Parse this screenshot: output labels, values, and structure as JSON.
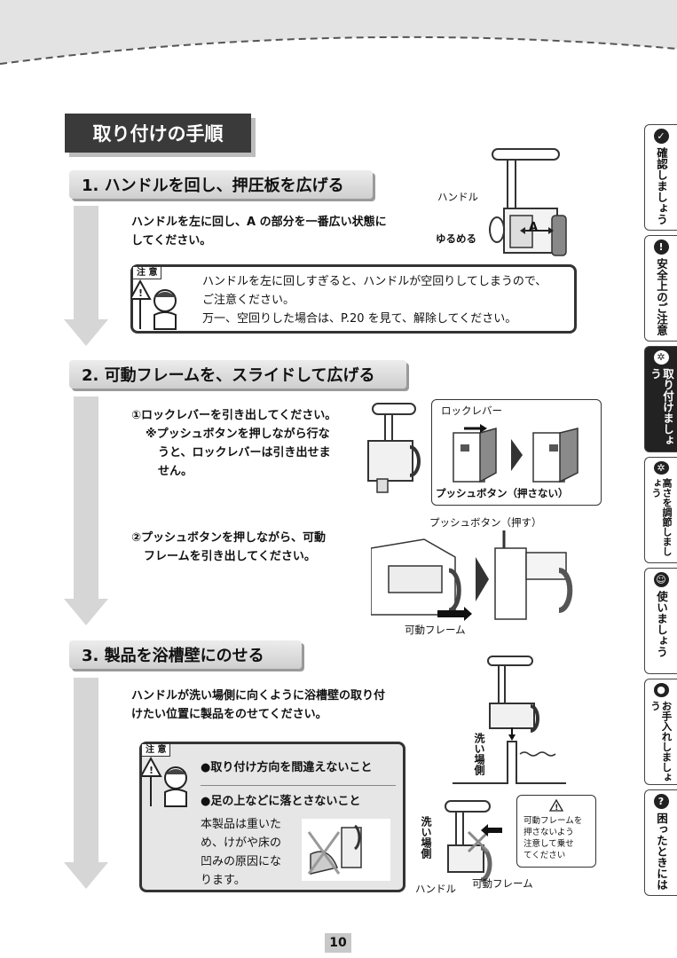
{
  "section_title": "取り付けの手順",
  "steps": [
    {
      "title": "1. ハンドルを回し、押圧板を広げる",
      "text_lines": [
        "ハンドルを左に回し、A の部分を一番広い状態に",
        "してください。"
      ],
      "illustration_labels": {
        "handle": "ハンドル",
        "loosen": "ゆるめる",
        "a": "A"
      },
      "caution": {
        "label": "注 意",
        "lines": [
          "ハンドルを左に回しすぎると、ハンドルが空回りしてしまうので、",
          "ご注意ください。",
          "万一、空回りした場合は、P.20 を見て、解除してください。"
        ]
      }
    },
    {
      "title": "2. 可動フレームを、スライドして広げる",
      "sub1_lines": [
        "①ロックレバーを引き出してください。",
        "※プッシュボタンを押しながら行な",
        "うと、ロックレバーは引き出せま",
        "せん。"
      ],
      "sub1_labels": {
        "lock_lever": "ロックレバー",
        "push_not": "プッシュボタン（押さない）"
      },
      "sub2_lines": [
        "②プッシュボタンを押しながら、可動",
        "フレームを引き出してください。"
      ],
      "sub2_labels": {
        "push": "プッシュボタン（押す）",
        "frame": "可動フレーム"
      }
    },
    {
      "title": "3. 製品を浴槽壁にのせる",
      "text_lines": [
        "ハンドルが洗い場側に向くように浴槽壁の取り付",
        "けたい位置に製品をのせてください。"
      ],
      "caution": {
        "label": "注 意",
        "point1": "●取り付け方向を間違えないこと",
        "point2": "●足の上などに落とさないこと",
        "detail_lines": [
          "本製品は重いた",
          "め、けがや床の",
          "凹みの原因にな",
          "ります。"
        ]
      },
      "illustration_labels": {
        "washing_side_top": "洗い場側",
        "washing_side_bottom": "洗い場側",
        "handle": "ハンドル",
        "frame": "可動フレーム",
        "note_lines": [
          "可動フレームを",
          "押さないよう",
          "注意して乗せ",
          "てください"
        ]
      }
    }
  ],
  "side_tabs": [
    {
      "icon": "✓",
      "label": "確認しましょう",
      "active": false
    },
    {
      "icon": "!",
      "label": "安全上のご注意",
      "active": false
    },
    {
      "icon": "✲",
      "label": "取り付けましょう",
      "active": true
    },
    {
      "icon": "✲",
      "label": "高さを調節しましょう",
      "active": false
    },
    {
      "icon": "☺",
      "label": "使いましょう",
      "active": false
    },
    {
      "icon": "●",
      "label": "お手入れしましょう",
      "active": false
    },
    {
      "icon": "?",
      "label": "困ったときには",
      "active": false
    }
  ],
  "page_number": "10"
}
